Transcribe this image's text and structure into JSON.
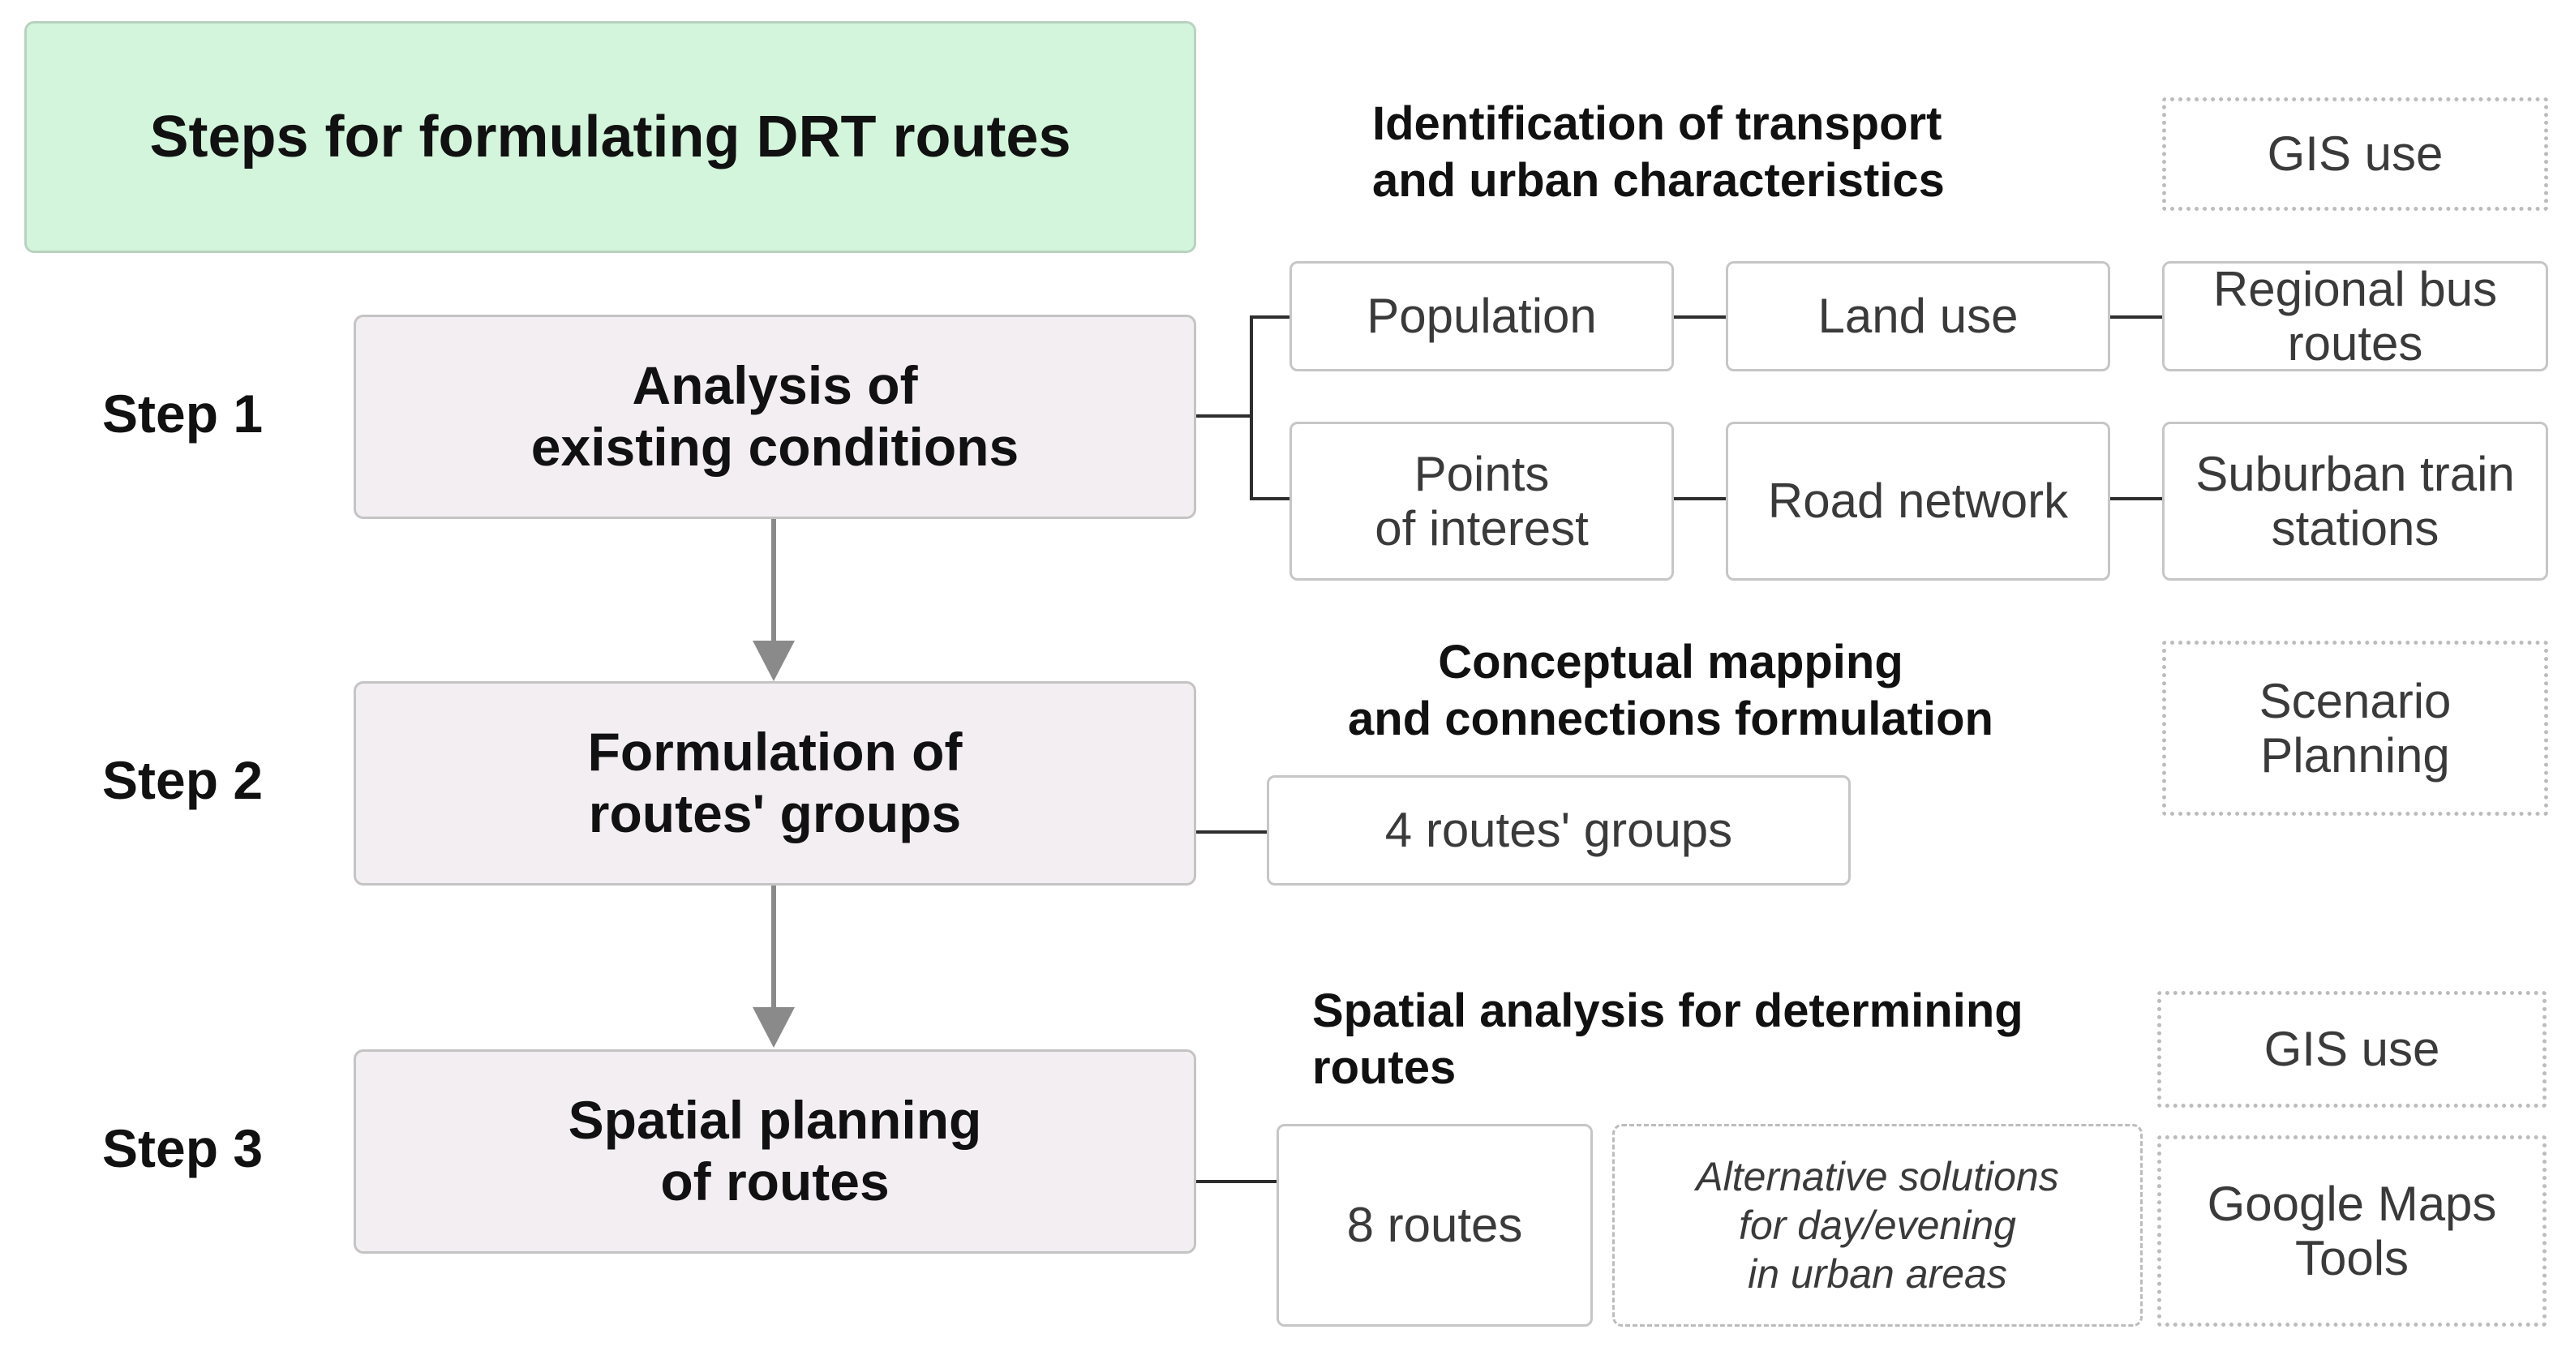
{
  "title": "Steps for formulating DRT routes",
  "steps": [
    {
      "label": "Step 1",
      "box": "Analysis of\nexisting conditions",
      "heading": "Identification of transport\nand urban characteristics",
      "tool": "GIS use",
      "items": [
        "Population",
        "Land use",
        "Regional bus\nroutes",
        "Points\nof interest",
        "Road network",
        "Suburban train\nstations"
      ]
    },
    {
      "label": "Step 2",
      "box": "Formulation of\nroutes' groups",
      "heading": "Conceptual mapping\nand connections formulation",
      "tool": "Scenario\nPlanning",
      "items": [
        "4 routes' groups"
      ]
    },
    {
      "label": "Step 3",
      "box": "Spatial planning\nof routes",
      "heading": "Spatial analysis for determining\nroutes",
      "tools": [
        "GIS use",
        "Google Maps\nTools"
      ],
      "items": [
        "8 routes"
      ],
      "alternative": "Alternative solutions\nfor day/evening\nin urban areas"
    }
  ]
}
